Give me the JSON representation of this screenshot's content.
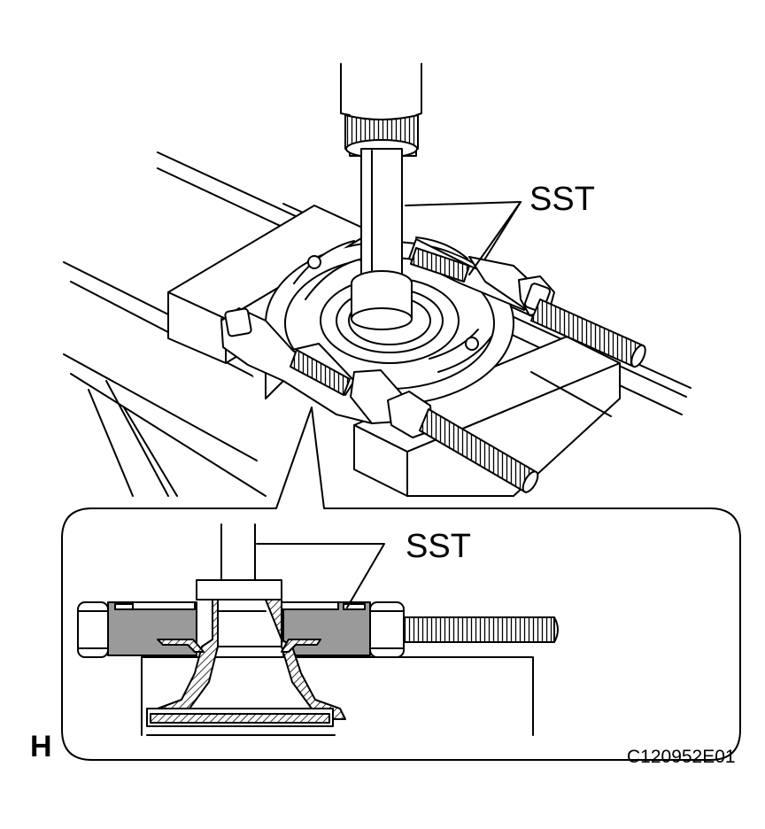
{
  "labels": {
    "sst_main": "SST",
    "sst_inset": "SST",
    "view_letter": "H",
    "figure_code": "C120952E01"
  },
  "colors": {
    "line": "#000000",
    "background": "#ffffff",
    "shade": "#9a9a9a"
  }
}
